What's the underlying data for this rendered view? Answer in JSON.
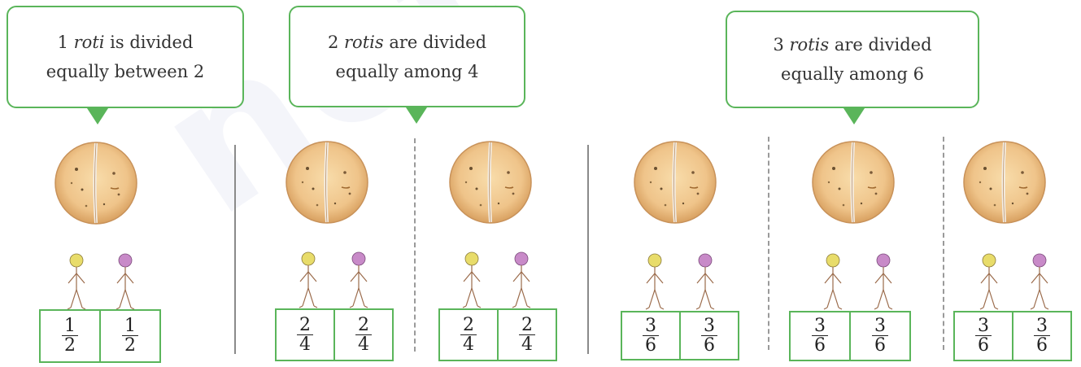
{
  "watermark": "not to be",
  "callouts": [
    {
      "prefix": "1 ",
      "italic": "roti",
      "suffix": " is divided",
      "line2": "equally between 2"
    },
    {
      "prefix": "2 ",
      "italic": "rotis",
      "suffix": " are divided",
      "line2": "equally among 4"
    },
    {
      "prefix": "3 ",
      "italic": "rotis",
      "suffix": " are divided",
      "line2": "equally among 6"
    }
  ],
  "fractions": {
    "g1": [
      {
        "num": "1",
        "den": "2"
      },
      {
        "num": "1",
        "den": "2"
      }
    ],
    "g2a": [
      {
        "num": "2",
        "den": "4"
      },
      {
        "num": "2",
        "den": "4"
      }
    ],
    "g2b": [
      {
        "num": "2",
        "den": "4"
      },
      {
        "num": "2",
        "den": "4"
      }
    ],
    "g3a": [
      {
        "num": "3",
        "den": "6"
      },
      {
        "num": "3",
        "den": "6"
      }
    ],
    "g3b": [
      {
        "num": "3",
        "den": "6"
      },
      {
        "num": "3",
        "den": "6"
      }
    ],
    "g3c": [
      {
        "num": "3",
        "den": "6"
      },
      {
        "num": "3",
        "den": "6"
      }
    ]
  },
  "colors": {
    "accent": "#5ab55a",
    "roti": "#efc48a",
    "roti_edge": "#d8a060",
    "head_yellow": "#e8dc6a",
    "head_purple": "#c88ac8",
    "stick": "#9a6a4a"
  }
}
